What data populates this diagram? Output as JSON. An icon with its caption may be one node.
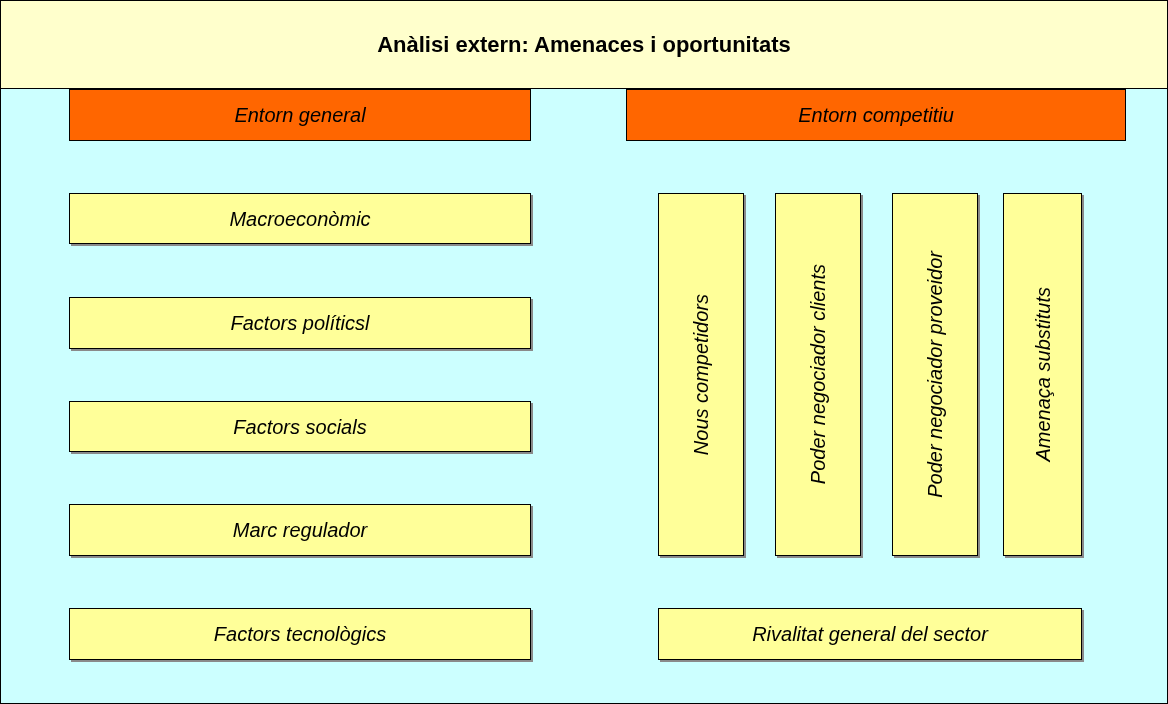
{
  "diagram": {
    "title": "Anàlisi extern: Amenaces i oportunitats",
    "nodes": [
      {
        "text": [
          "Entorn general"
        ]
      },
      {
        "text": [
          "Entorn competitiu"
        ]
      },
      {
        "text": [
          "Macroeconòmic"
        ]
      },
      {
        "text": [
          "Factors políticsl"
        ]
      },
      {
        "text": [
          "Factors socials"
        ]
      },
      {
        "text": [
          "Marc regulador"
        ]
      },
      {
        "text": [
          "Factors tecnològics"
        ]
      },
      {
        "text": [
          "Nous competidors"
        ]
      },
      {
        "text": [
          "Poder negociador clients"
        ]
      },
      {
        "text": [
          "Poder negociador proveidor"
        ]
      },
      {
        "text": [
          "Amenaça substituts"
        ]
      },
      {
        "text": [
          "Rivalitat general del sector"
        ]
      }
    ]
  }
}
